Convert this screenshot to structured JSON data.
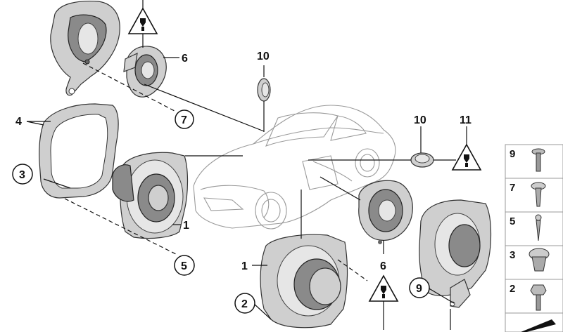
{
  "callouts": {
    "c6_top": "6",
    "c7": "7",
    "c4": "4",
    "c3": "3",
    "c1_left": "1",
    "c5": "5",
    "c10_car": "10",
    "c10_right": "10",
    "c11": "11",
    "c6_mid": "6",
    "c1_bottom": "1",
    "c2": "2",
    "c9_bottom": "9"
  },
  "side_panel": {
    "items": [
      {
        "label": "9",
        "icon": "torx-bolt-icon"
      },
      {
        "label": "7",
        "icon": "self-tapping-screw-icon"
      },
      {
        "label": "5",
        "icon": "pointed-screw-icon"
      },
      {
        "label": "3",
        "icon": "clip-nut-icon"
      },
      {
        "label": "2",
        "icon": "hex-bolt-icon"
      }
    ]
  },
  "colors": {
    "line": "#111111",
    "part": "#cfcfcf",
    "car": "#9a9a9a"
  }
}
